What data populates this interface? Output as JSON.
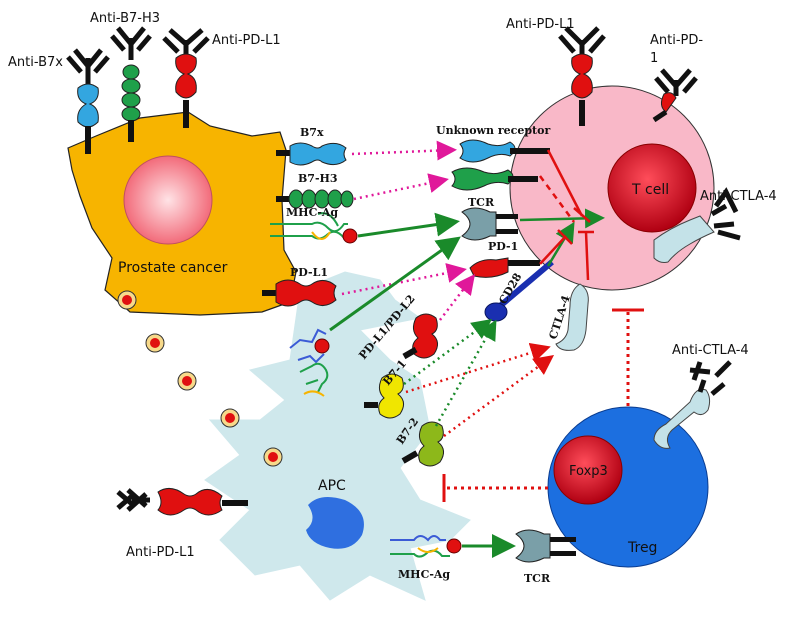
{
  "labels": {
    "anti_b7x": "Anti-B7x",
    "anti_b7h3": "Anti-B7-H3",
    "anti_pdl1_top_left": "Anti-PD-L1",
    "anti_pdl1_top_right": "Anti-PD-L1",
    "anti_pd1_line1": "Anti-PD-",
    "anti_pd1_line2": "1",
    "anti_ctla4_right": "Anti-CTLA-4",
    "anti_ctla4_treg": "Anti-CTLA-4",
    "anti_pdl1_bottom": "Anti-PD-L1",
    "prostate_cancer": "Prostate cancer",
    "t_cell": "T cell",
    "treg": "Treg",
    "foxp3": "Foxp3",
    "apc": "APC",
    "b7x": "B7x",
    "b7h3": "B7-H3",
    "mhc_ag_top": "MHC-Ag",
    "pdl1": "PD-L1",
    "unknown_receptor": "Unknown receptor",
    "tcr_top": "TCR",
    "pd1": "PD-1",
    "cd28": "CD28",
    "ctla4": "CTLA-4",
    "pdl1_pdl2": "PD-L1/PD-L2",
    "b71": "B7-1",
    "b72": "B7-2",
    "mhc_ag_bottom": "MHC-Ag",
    "tcr_bottom": "TCR"
  },
  "colors": {
    "prostate_cell": "#F7B400",
    "nucleus_pink": "#F26B7A",
    "t_cell_pink": "#F9B8C8",
    "t_cell_nucleus": "#D0001B",
    "treg_blue": "#1C6FE0",
    "apc_fill": "#CFE8EC",
    "apc_nucleus": "#2F6FE0",
    "b7x_blue": "#33A6E0",
    "b7h3_green": "#1FA04A",
    "pdl1_red": "#E01010",
    "ctla4_lightblue": "#C4E2E8",
    "tcr_gray": "#7A9FA8",
    "cd28_navy": "#1A2FB0",
    "b71_yellow": "#F0E600",
    "b72_green": "#8DB81A",
    "activation_arrow": "#1A8A2A",
    "inhibition": "#E01010",
    "dotted_pink": "#E0189A"
  }
}
